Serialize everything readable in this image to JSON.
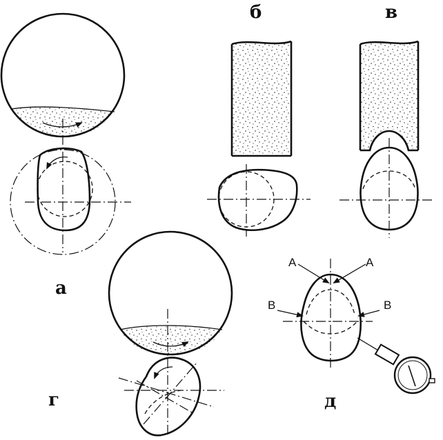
{
  "panels": {
    "a": {
      "label": "а"
    },
    "b": {
      "label": "б"
    },
    "v": {
      "label": "в"
    },
    "g": {
      "label": "г"
    },
    "d": {
      "label": "д",
      "marks": {
        "a_left": "A",
        "a_right": "A",
        "b_left": "B",
        "b_right": "B"
      }
    }
  }
}
